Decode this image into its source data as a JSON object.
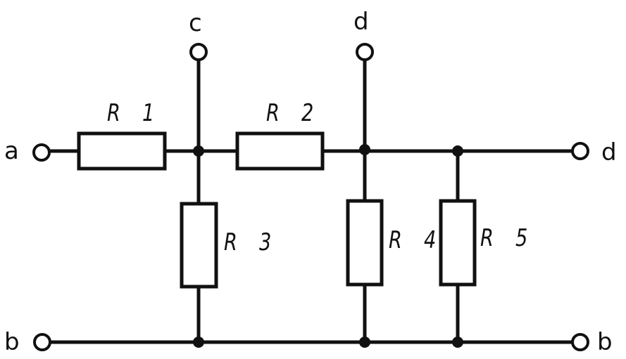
{
  "diagram": {
    "terminals": {
      "a": "a",
      "c": "c",
      "d_top": "d",
      "d_right": "d",
      "b_left": "b",
      "b_right": "b"
    },
    "resistors": {
      "r1": "R 1",
      "r2": "R 2",
      "r3": "R 3",
      "r4": "R 4",
      "r5": "R 5"
    }
  }
}
